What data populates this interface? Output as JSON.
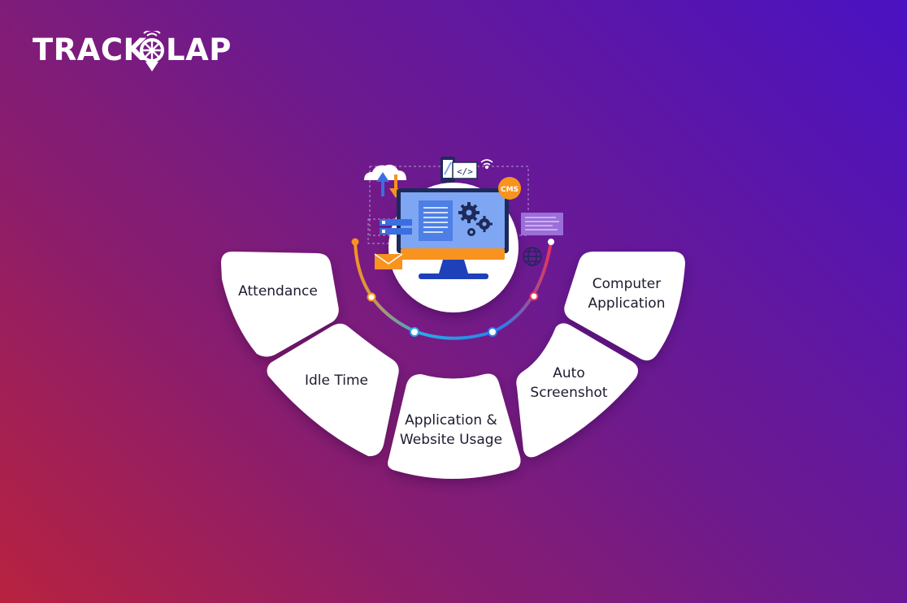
{
  "brand": {
    "left": "TRACK",
    "right": "LAP"
  },
  "center_badge": "CMS",
  "features": [
    {
      "line1": "Attendance",
      "line2": ""
    },
    {
      "line1": "Idle Time",
      "line2": ""
    },
    {
      "line1": "Application &",
      "line2": "Website Usage"
    },
    {
      "line1": "Auto",
      "line2": "Screenshot"
    },
    {
      "line1": "Computer",
      "line2": "Application"
    }
  ],
  "colors": {
    "card": "#ffffff",
    "monitor_screen": "#7ea6f2",
    "monitor_stand": "#1e40b8",
    "accent_orange": "#f7931e",
    "arc_blue": "#2aa7e8",
    "arc_red": "#e8335a"
  }
}
